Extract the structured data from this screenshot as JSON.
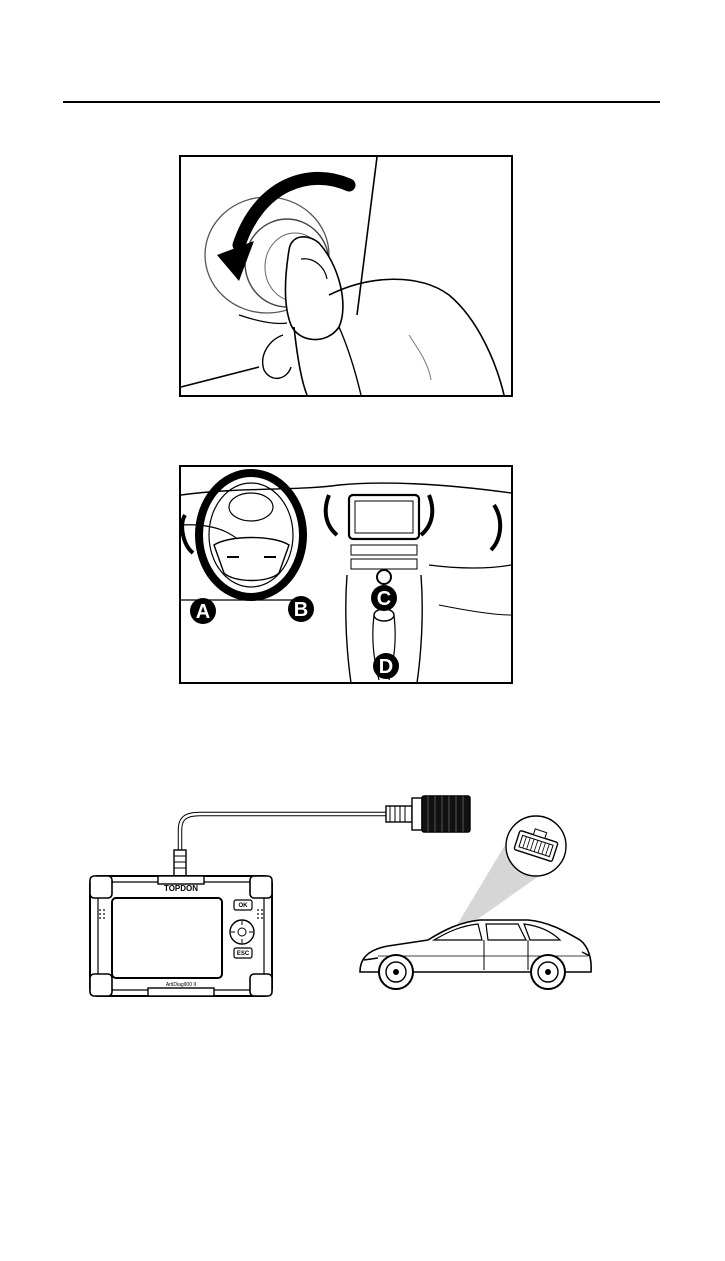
{
  "figures": {
    "ignition": {
      "icon": "key-turn-icon"
    },
    "dashboard": {
      "labels": [
        "A",
        "B",
        "C",
        "D"
      ]
    },
    "connection": {
      "device_brand": "TOPDON",
      "device_model": "ArtiDiag900 II",
      "device_buttons": [
        "OK",
        "ESC"
      ]
    }
  }
}
